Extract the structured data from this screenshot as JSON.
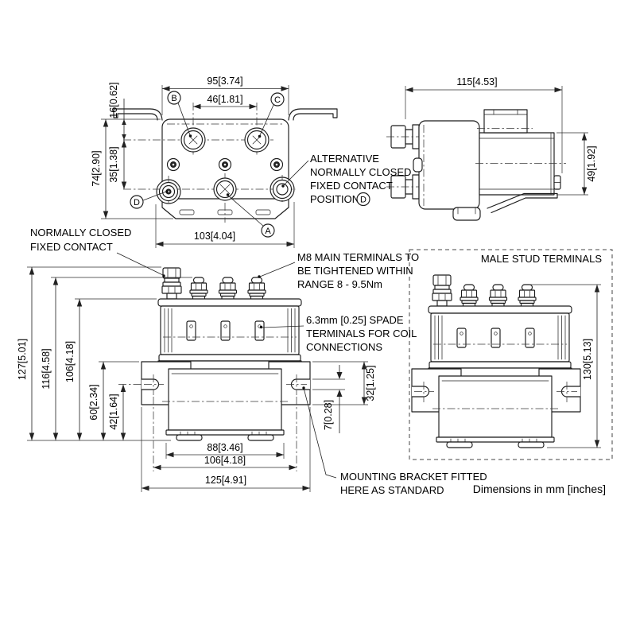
{
  "drawing": {
    "units_note": "Dimensions in mm [inches]",
    "male_stud_box_title": "MALE STUD TERMINALS"
  },
  "terminals": {
    "a": "A",
    "b": "B",
    "c": "C",
    "d": "D",
    "alt_d": "D"
  },
  "dims": {
    "top_width": "95[3.74]",
    "stud_spacing": "46[1.81]",
    "top_edge_offset": "16[0.62]",
    "body_depth": "74[2.90]",
    "row_spacing": "35[1.38]",
    "base_width": "103[4.04]",
    "side_length": "115[4.53]",
    "side_height": "49[1.92]",
    "overall_height": "127[5.01]",
    "stud_top_height": "116[4.58]",
    "body_height": "106[4.18]",
    "bracket_top_height": "60[2.34]",
    "slot_center_height": "42[1.64]",
    "flange_width": "88[3.46]",
    "slot_spacing": "106[4.18]",
    "bracket_width": "125[4.91]",
    "bracket_height": "32[1.25]",
    "slot_width": "7[0.28]",
    "stud_view_height": "130[5.13]"
  },
  "annotations": {
    "nc": [
      "NORMALLY CLOSED",
      "FIXED CONTACT"
    ],
    "alt": [
      "ALTERNATIVE",
      "NORMALLY CLOSED",
      "FIXED CONTACT",
      "POSITION"
    ],
    "m8": [
      "M8 MAIN TERMINALS TO",
      "BE TIGHTENED WITHIN",
      "RANGE 8 - 9.5Nm"
    ],
    "spade": [
      "6.3mm [0.25] SPADE",
      "TERMINALS FOR COIL",
      "CONNECTIONS"
    ],
    "mounting": [
      "MOUNTING BRACKET FITTED",
      "HERE AS STANDARD"
    ]
  }
}
